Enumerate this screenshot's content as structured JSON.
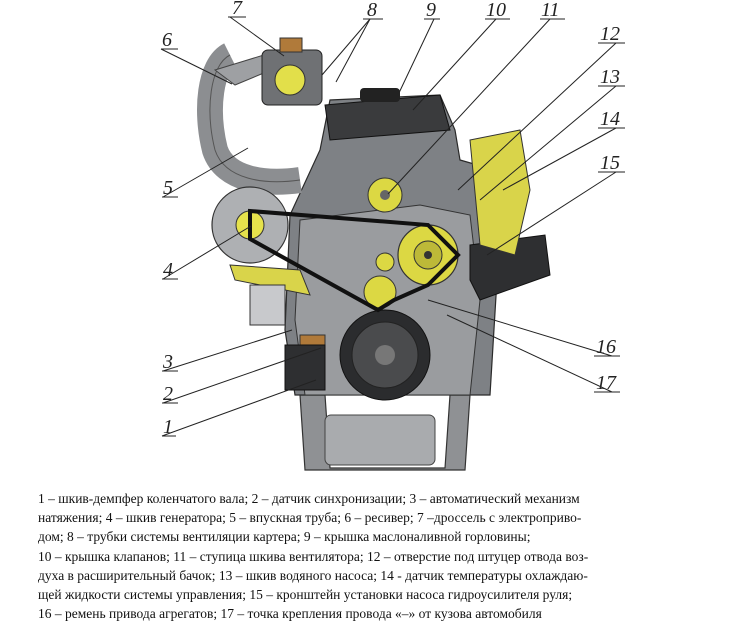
{
  "callouts": [
    "1",
    "2",
    "3",
    "4",
    "5",
    "6",
    "7",
    "8",
    "9",
    "10",
    "11",
    "12",
    "13",
    "14",
    "15",
    "16",
    "17"
  ],
  "caption": {
    "lines": [
      "1 – шкив-демпфер коленчатого вала; 2 – датчик синхронизации; 3 – автоматический механизм",
      "натяжения; 4 – шкив генератора; 5 – впускная труба; 6 – ресивер; 7 –дроссель с электроприво-",
      "дом; 8 – трубки системы вентиляции картера; 9 – крышка маслоналивной горловины;",
      "10 – крышка клапанов; 11 – ступица шкива вентилятора; 12 – отверстие под штуцер отвода воз-",
      "духа в расширительный бачок; 13 – шкив водяного насоса; 14 - датчик температуры охлаждаю-",
      "щей жидкости системы управления; 15 – кронштейн установки насоса гидроусилителя руля;",
      "16 – ремень привода агрегатов; 17 – точка крепления провода «–» от кузова автомобиля"
    ]
  }
}
